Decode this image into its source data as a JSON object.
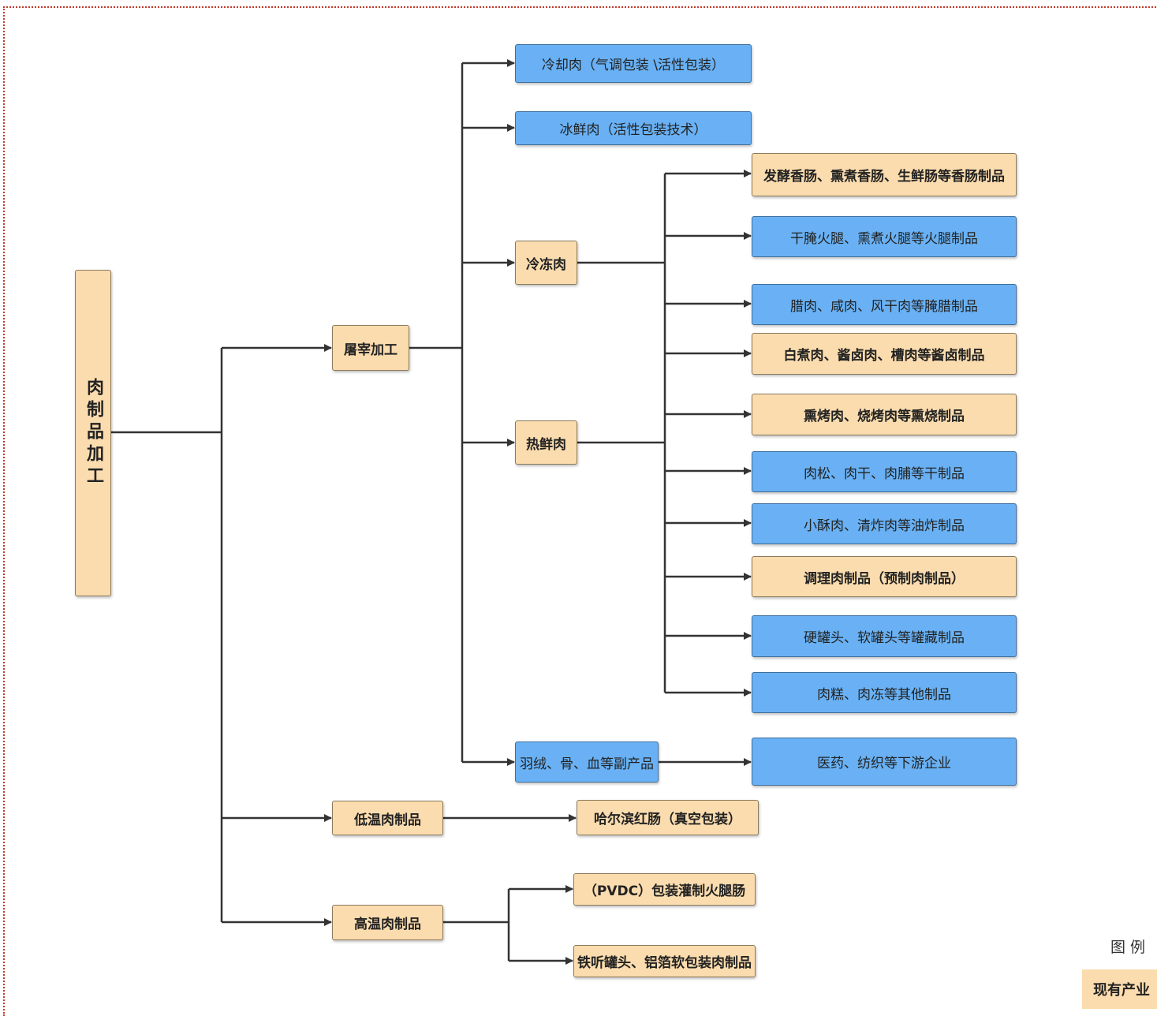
{
  "diagram": {
    "root": "肉制品加工",
    "level1": {
      "slaughter": "屠宰加工",
      "low_temp": "低温肉制品",
      "high_temp": "高温肉制品"
    },
    "slaughter_children": {
      "chilled": "冷却肉（气调包装 \\活性包装）",
      "ice_fresh": "冰鲜肉（活性包装技术）",
      "frozen": "冷冻肉",
      "hot_fresh": "热鲜肉",
      "byproducts": "羽绒、骨、血等副产品"
    },
    "products": [
      {
        "label": "发酵香肠、熏煮香肠、生鲜肠等香肠制品",
        "color": "tan"
      },
      {
        "label": "干腌火腿、熏煮火腿等火腿制品",
        "color": "blue"
      },
      {
        "label": "腊肉、咸肉、风干肉等腌腊制品",
        "color": "blue"
      },
      {
        "label": "白煮肉、酱卤肉、槽肉等酱卤制品",
        "color": "tan"
      },
      {
        "label": "熏烤肉、烧烤肉等熏烧制品",
        "color": "tan"
      },
      {
        "label": "肉松、肉干、肉脯等干制品",
        "color": "blue"
      },
      {
        "label": "小酥肉、清炸肉等油炸制品",
        "color": "blue"
      },
      {
        "label": "调理肉制品（预制肉制品）",
        "color": "tan"
      },
      {
        "label": "硬罐头、软罐头等罐藏制品",
        "color": "blue"
      },
      {
        "label": "肉糕、肉冻等其他制品",
        "color": "blue"
      }
    ],
    "downstream": "医药、纺织等下游企业",
    "low_temp_child": "哈尔滨红肠（真空包装）",
    "high_temp_children": [
      "（PVDC）包装灌制火腿肠",
      "铁听罐头、铝箔软包装肉制品"
    ]
  },
  "legend": {
    "title": "图 例",
    "item": "现有产业"
  },
  "colors": {
    "tan": "#fbdcae",
    "blue": "#69b1f4",
    "line": "#333333"
  }
}
